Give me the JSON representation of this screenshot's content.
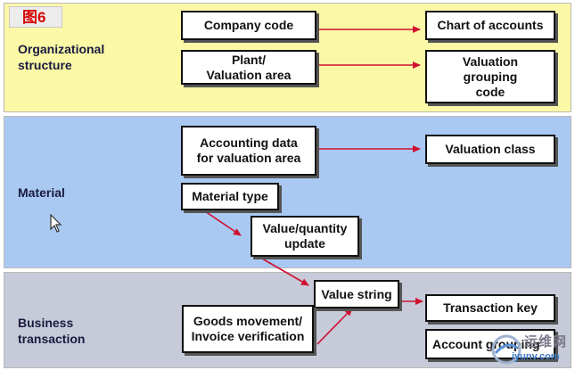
{
  "figure_label": "图6",
  "bands": {
    "organizational": "Organizational\nstructure",
    "material": "Material",
    "business": "Business\ntransaction"
  },
  "boxes": {
    "company_code": "Company code",
    "chart_of_accounts": "Chart of accounts",
    "plant_valuation_area": "Plant/\nValuation area",
    "valuation_grouping_code": "Valuation\ngrouping\ncode",
    "accounting_data": "Accounting data\nfor valuation area",
    "valuation_class": "Valuation class",
    "material_type": "Material type",
    "value_quantity_update": "Value/quantity\nupdate",
    "value_string": "Value string",
    "goods_movement": "Goods movement/\nInvoice verification",
    "transaction_key": "Transaction key",
    "account_grouping": "Account grouping"
  },
  "watermark": {
    "text_cn": "运维网",
    "url": "iyunv.com"
  },
  "colors": {
    "org_band": "#fbf8a6",
    "material_band": "#a9c9f2",
    "business_band": "#c7cad8",
    "arrow": "#d01030",
    "figure_label": "#d60000"
  }
}
